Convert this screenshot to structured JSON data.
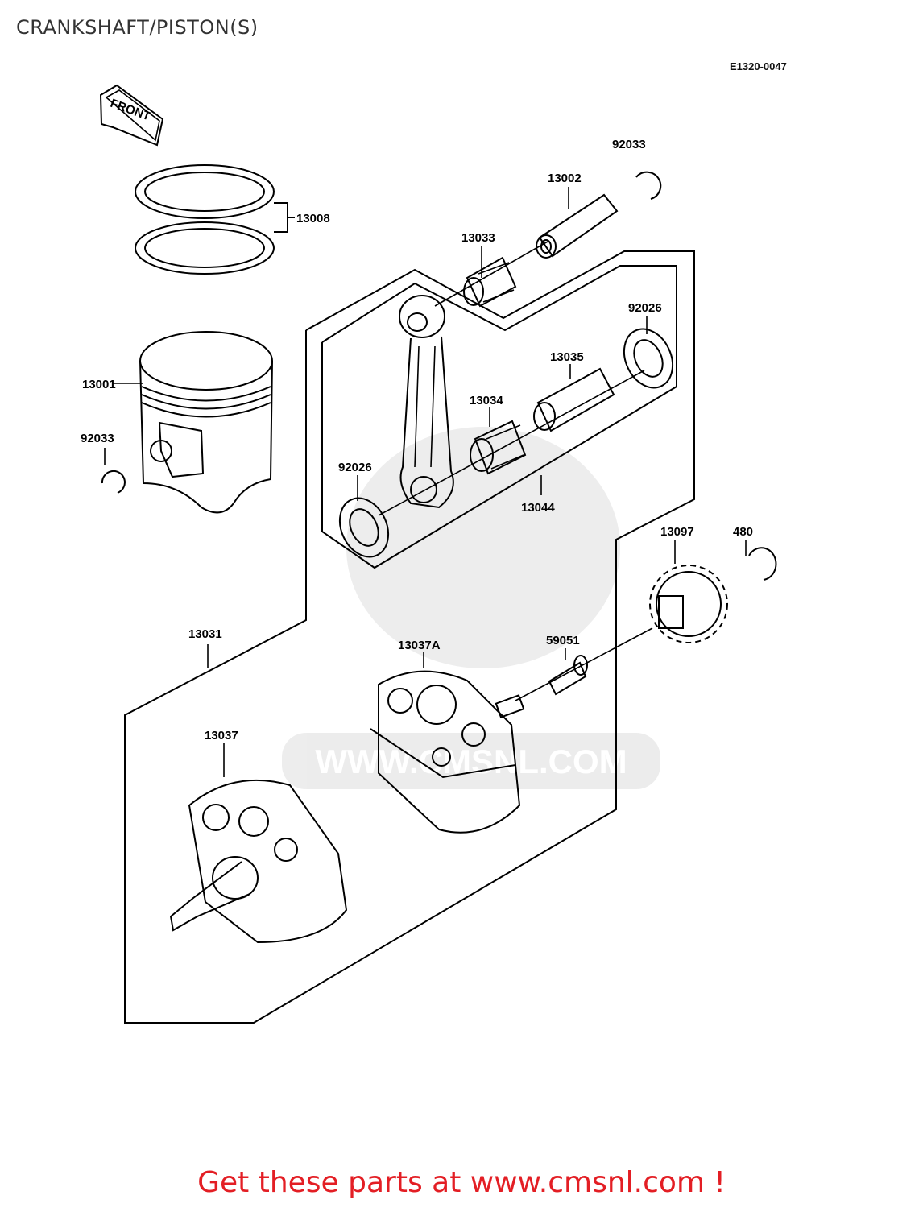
{
  "page_title": "CRANKSHAFT/PISTON(S)",
  "diagram_code": "E1320-0047",
  "front_label": "FRONT",
  "footer_text": "Get these parts at www.cmsnl.com !",
  "watermark_text": "WWW.CMSNL.COM",
  "parts": {
    "p13008": "13008",
    "p13001": "13001",
    "p92033_left": "92033",
    "p92033_top": "92033",
    "p13002": "13002",
    "p13033": "13033",
    "p92026_right": "92026",
    "p13035": "13035",
    "p13034": "13034",
    "p92026_left": "92026",
    "p13044": "13044",
    "p13097": "13097",
    "p480": "480",
    "p13031": "13031",
    "p13037A": "13037A",
    "p59051": "59051",
    "p13037": "13037"
  }
}
